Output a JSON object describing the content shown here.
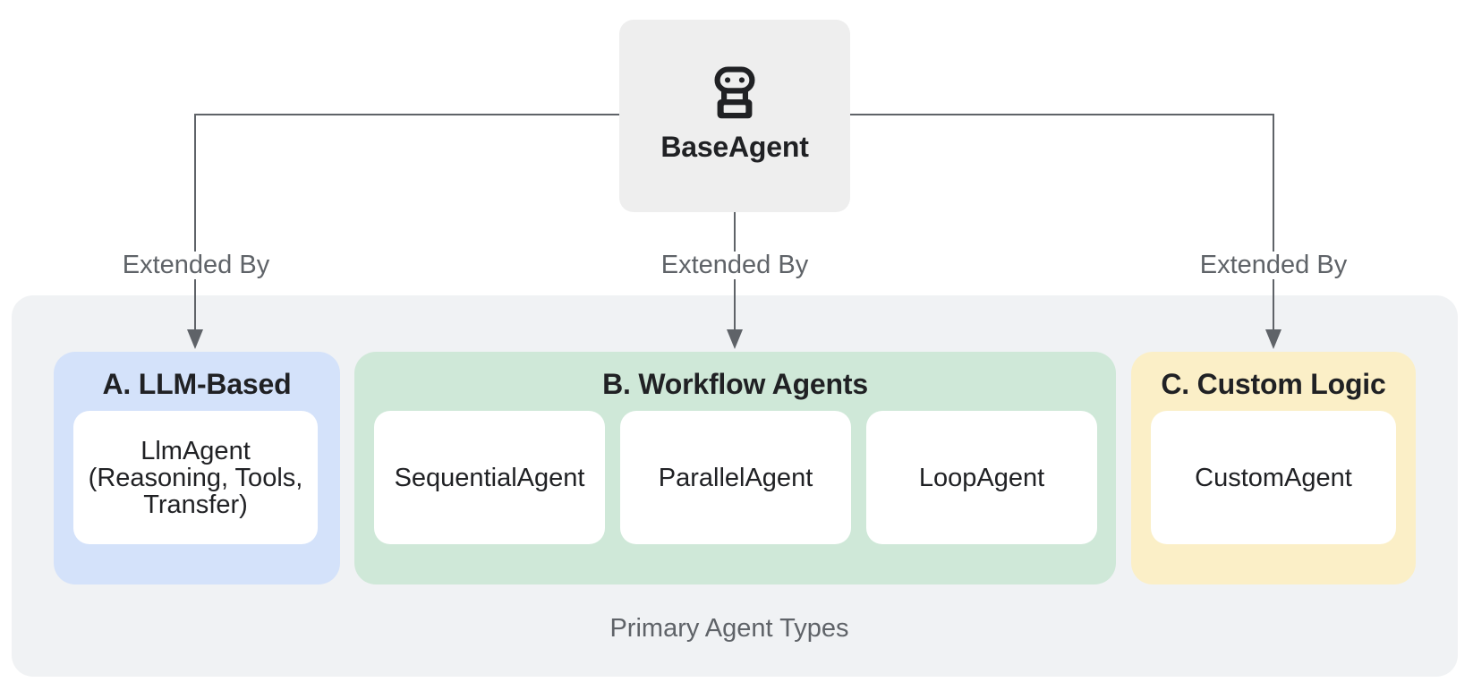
{
  "diagram": {
    "root": {
      "label": "BaseAgent",
      "icon": "robot-icon"
    },
    "edges": [
      {
        "label": "Extended By"
      },
      {
        "label": "Extended By"
      },
      {
        "label": "Extended By"
      }
    ],
    "group": {
      "caption": "Primary Agent Types",
      "sections": [
        {
          "key": "llm",
          "title": "A. LLM-Based",
          "cards": [
            {
              "label": "LlmAgent\n(Reasoning, Tools,\nTransfer)"
            }
          ]
        },
        {
          "key": "workflow",
          "title": "B. Workflow Agents",
          "cards": [
            {
              "label": "SequentialAgent"
            },
            {
              "label": "ParallelAgent"
            },
            {
              "label": "LoopAgent"
            }
          ]
        },
        {
          "key": "custom",
          "title": "C. Custom Logic",
          "cards": [
            {
              "label": "CustomAgent"
            }
          ]
        }
      ]
    },
    "colors": {
      "root_fill": "#eeeeee",
      "group_fill": "#f0f2f4",
      "llm_fill": "#d4e2fa",
      "workflow_fill": "#cfe8d8",
      "custom_fill": "#fbefc7",
      "card_fill": "#ffffff",
      "connector": "#5f6368",
      "text_primary": "#202124",
      "text_secondary": "#5f6368"
    }
  }
}
